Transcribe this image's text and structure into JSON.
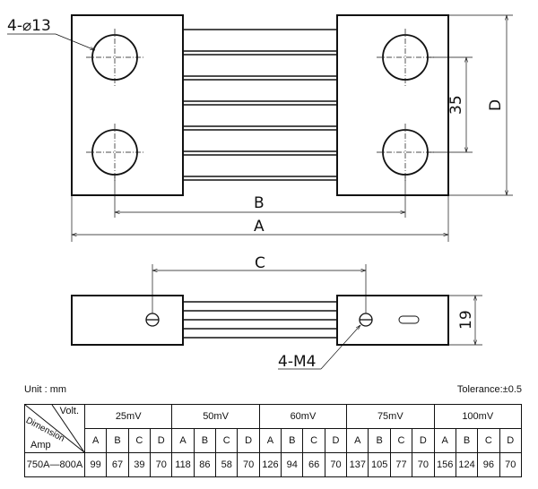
{
  "drawing": {
    "hole_label": "4-⌀13",
    "thread_label": "4-M4",
    "dim_a": "A",
    "dim_b": "B",
    "dim_c": "C",
    "dim_d": "D",
    "dim_35": "35",
    "dim_19": "19"
  },
  "notes": {
    "unit": "Unit : mm",
    "tolerance": "Tolerance:±0.5"
  },
  "table": {
    "corner_volt": "Volt.",
    "corner_dimension": "Dimension",
    "corner_amp": "Amp",
    "voltages": [
      "25mV",
      "50mV",
      "60mV",
      "75mV",
      "100mV"
    ],
    "sub_headers": [
      "A",
      "B",
      "C",
      "D"
    ],
    "rows": [
      {
        "amp": "750A—800A",
        "values": [
          [
            "99",
            "67",
            "39",
            "70"
          ],
          [
            "118",
            "86",
            "58",
            "70"
          ],
          [
            "126",
            "94",
            "66",
            "70"
          ],
          [
            "137",
            "105",
            "77",
            "70"
          ],
          [
            "156",
            "124",
            "96",
            "70"
          ]
        ]
      }
    ]
  }
}
